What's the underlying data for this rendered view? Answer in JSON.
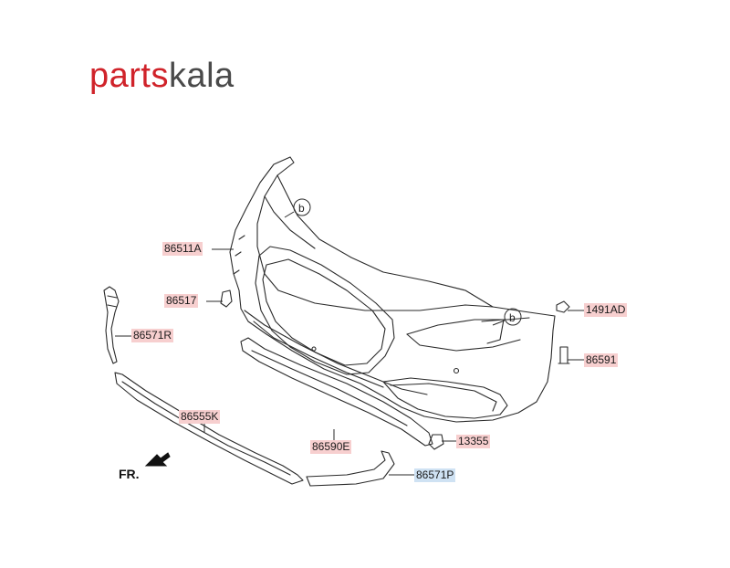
{
  "logo": {
    "part1": "parts",
    "part2": "kala",
    "brand_color": "#d0232a",
    "secondary_color": "#4a4a4a"
  },
  "front_indicator": "FR.",
  "callouts": {
    "b1": "b",
    "b2": "b"
  },
  "labels": {
    "l86511A": "86511A",
    "l86517": "86517",
    "l86571R": "86571R",
    "l86555K": "86555K",
    "l86590E": "86590E",
    "l13355": "13355",
    "l86571P": "86571P",
    "l1491AD": "1491AD",
    "l86591": "86591"
  },
  "label_colors": {
    "red": "#f7cfcf",
    "blue": "#cfe2f3"
  }
}
